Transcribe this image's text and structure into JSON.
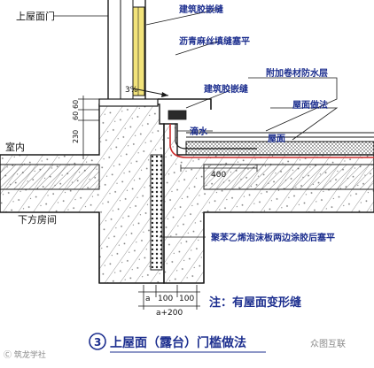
{
  "labels": {
    "top_door": "上屋面门",
    "joint_top": "建筑胶嵌缝",
    "asphalt_hemp": "沥青麻丝填缝塞平",
    "joint_mid": "建筑胶嵌缝",
    "extra_membrane": "附加卷材防水层",
    "roof_finish": "屋面做法",
    "drip": "滴水",
    "roof_surface": "屋面",
    "indoor": "室内",
    "room_below": "下方房间",
    "polystyrene": "聚苯乙烯泡沫板两边涂胶后塞平",
    "slope": "3%",
    "dim_60_a": "60",
    "dim_60_b": "60",
    "dim_230": "230",
    "dim_400": "400",
    "dim_a": "a",
    "dim_100_a": "100",
    "dim_100_b": "100",
    "dim_a200": "a+200",
    "note": "注：有屋面变形缝",
    "title_number": "3",
    "title": "上屋面（露台）门槛做法",
    "watermark_left": "Ⓒ 筑龙学社",
    "watermark_right": "众图互联"
  },
  "colors": {
    "line": "#1a1a1a",
    "label_blue": "#1d2f8f",
    "door_frame": "#f2e37a",
    "membrane_red": "#cc2a2a",
    "insulation": "#2a2a2a"
  }
}
